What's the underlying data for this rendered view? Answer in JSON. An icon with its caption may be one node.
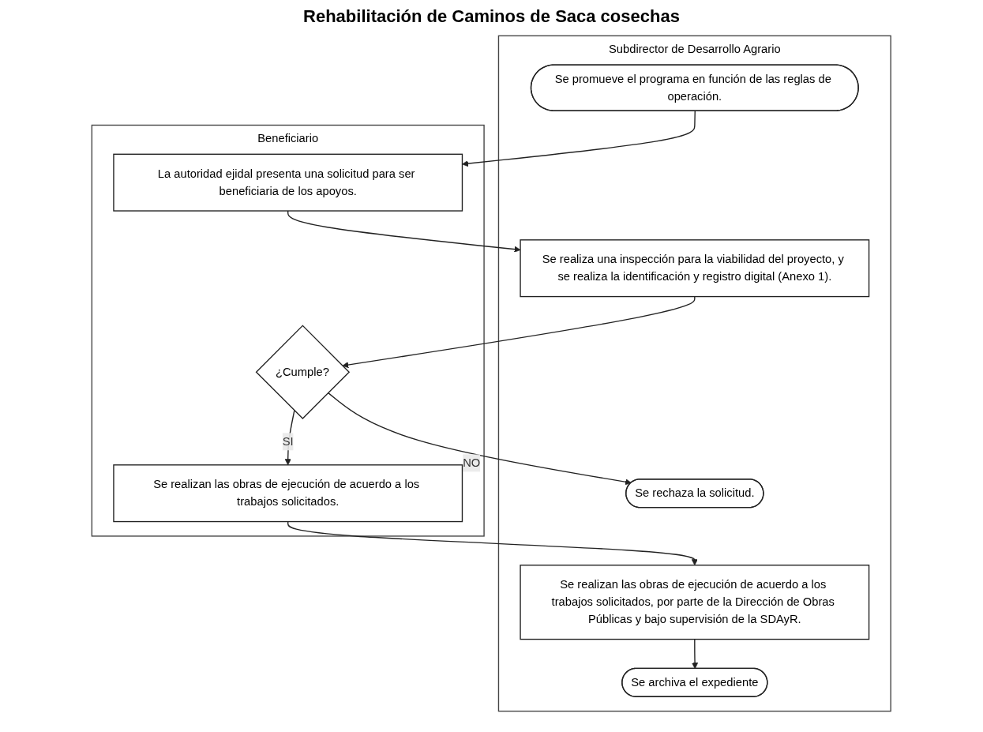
{
  "diagram": {
    "title": "Rehabilitación de Caminos de Saca cosechas",
    "nodes": [
      {
        "text": [
          "Subdirector de Desarrollo Agrario"
        ]
      },
      {
        "text": [
          "Beneficiario"
        ]
      },
      {
        "text": [
          "Se promueve el programa en función de las reglas de operación."
        ],
        "in": 0
      },
      {
        "text": [
          "La autoridad ejidal presenta una solicitud para ser beneficiaria de los apoyos."
        ],
        "in": 1
      },
      {
        "text": [
          "Se realiza una inspección para la viabilidad del proyecto, y se realiza la identificación y registro digital (Anexo 1)."
        ],
        "in": 0
      },
      {
        "text": [
          "¿Cumple?"
        ],
        "in": 1
      },
      {
        "text": [
          "Se realizan las obras de ejecución de acuerdo a los trabajos solicitados, por parte de la Dirección de Obras Públicas y bajo supervisión de la SDAyR."
        ],
        "in": 0
      },
      {
        "text": [
          "Se realizan las obras de ejecución de acuerdo a los trabajos solicitados."
        ],
        "in": 1
      },
      {
        "text": [
          "Se archiva el expediente"
        ],
        "in": 0
      },
      {
        "text": [
          "Se rechaza la solicitud."
        ],
        "in": 0
      }
    ],
    "edges": [
      {
        "from": 2,
        "to": 3,
        "arrow": "to"
      },
      {
        "from": 3,
        "to": 4,
        "arrow": "to"
      },
      {
        "from": 4,
        "to": 5,
        "arrow": "to"
      },
      {
        "from": 5,
        "to": 7,
        "arrow": "to",
        "label": "SI"
      },
      {
        "from": 5,
        "to": 9,
        "arrow": "to",
        "label": "NO"
      },
      {
        "from": 7,
        "to": 6,
        "arrow": "to"
      },
      {
        "from": 6,
        "to": 8,
        "arrow": "to"
      }
    ]
  }
}
